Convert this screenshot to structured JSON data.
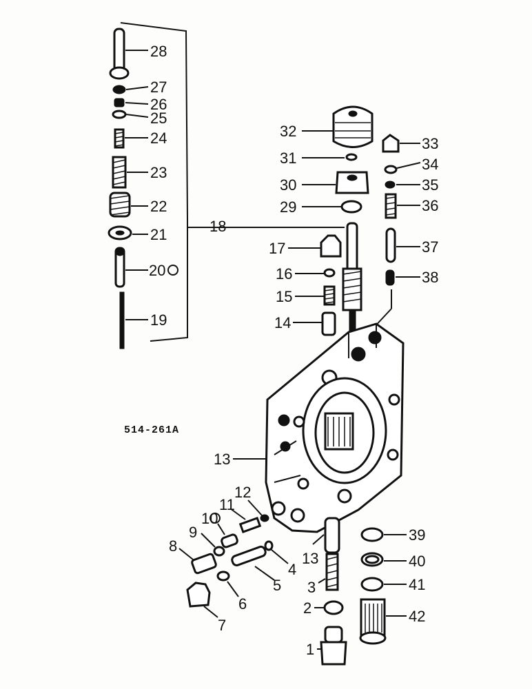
{
  "figure_id": "514-261A",
  "callouts": [
    {
      "id": "c1",
      "text": "1"
    },
    {
      "id": "c2",
      "text": "2"
    },
    {
      "id": "c3",
      "text": "3"
    },
    {
      "id": "c4",
      "text": "4"
    },
    {
      "id": "c5",
      "text": "5"
    },
    {
      "id": "c6",
      "text": "6"
    },
    {
      "id": "c7",
      "text": "7"
    },
    {
      "id": "c8",
      "text": "8"
    },
    {
      "id": "c9",
      "text": "9"
    },
    {
      "id": "c10",
      "text": "10"
    },
    {
      "id": "c11",
      "text": "11"
    },
    {
      "id": "c12",
      "text": "12"
    },
    {
      "id": "c13a",
      "text": "13"
    },
    {
      "id": "c13b",
      "text": "13"
    },
    {
      "id": "c14",
      "text": "14"
    },
    {
      "id": "c15",
      "text": "15"
    },
    {
      "id": "c16",
      "text": "16"
    },
    {
      "id": "c17",
      "text": "17"
    },
    {
      "id": "c18",
      "text": "18"
    },
    {
      "id": "c19",
      "text": "19"
    },
    {
      "id": "c20",
      "text": "20"
    },
    {
      "id": "c21",
      "text": "21"
    },
    {
      "id": "c22",
      "text": "22"
    },
    {
      "id": "c23",
      "text": "23"
    },
    {
      "id": "c24",
      "text": "24"
    },
    {
      "id": "c25",
      "text": "25"
    },
    {
      "id": "c26",
      "text": "26"
    },
    {
      "id": "c27",
      "text": "27"
    },
    {
      "id": "c28",
      "text": "28"
    },
    {
      "id": "c29",
      "text": "29"
    },
    {
      "id": "c30",
      "text": "30"
    },
    {
      "id": "c31",
      "text": "31"
    },
    {
      "id": "c32",
      "text": "32"
    },
    {
      "id": "c33",
      "text": "33"
    },
    {
      "id": "c34",
      "text": "34"
    },
    {
      "id": "c35",
      "text": "35"
    },
    {
      "id": "c36",
      "text": "36"
    },
    {
      "id": "c37",
      "text": "37"
    },
    {
      "id": "c38",
      "text": "38"
    },
    {
      "id": "c39",
      "text": "39"
    },
    {
      "id": "c40",
      "text": "40"
    },
    {
      "id": "c41",
      "text": "41"
    },
    {
      "id": "c42",
      "text": "42"
    }
  ]
}
